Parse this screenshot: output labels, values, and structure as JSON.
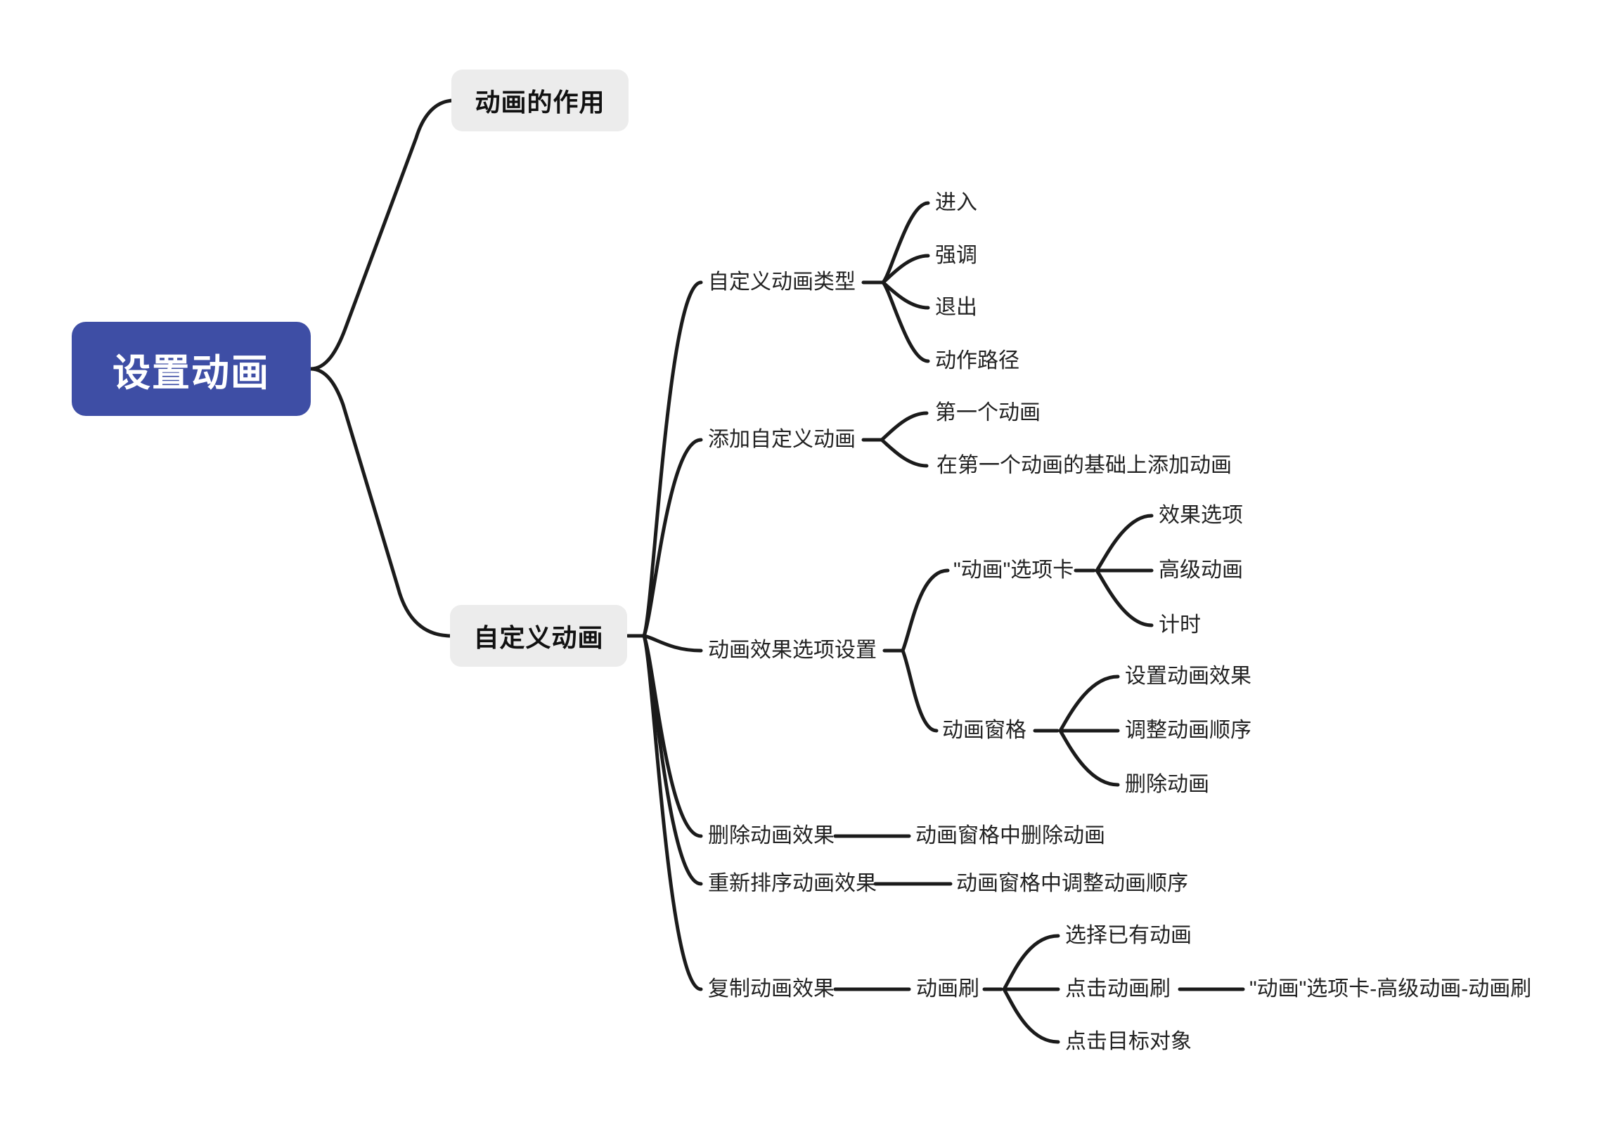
{
  "colors": {
    "canvas_bg": "#ffffff",
    "root_bg": "#3E4EA5",
    "root_text": "#ffffff",
    "branch_bg": "#ECECEC",
    "branch_text": "#111111",
    "node_text": "#222222",
    "line": "#1b1b1b"
  },
  "root": {
    "label": "设置动画"
  },
  "branches": [
    {
      "label": "动画的作用",
      "children": []
    },
    {
      "label": "自定义动画",
      "children": [
        {
          "label": "自定义动画类型",
          "children": [
            {
              "label": "进入"
            },
            {
              "label": "强调"
            },
            {
              "label": "退出"
            },
            {
              "label": "动作路径"
            }
          ]
        },
        {
          "label": "添加自定义动画",
          "children": [
            {
              "label": "第一个动画"
            },
            {
              "label": "在第一个动画的基础上添加动画"
            }
          ]
        },
        {
          "label": "动画效果选项设置",
          "children": [
            {
              "label": "\"动画\"选项卡",
              "children": [
                {
                  "label": "效果选项"
                },
                {
                  "label": "高级动画"
                },
                {
                  "label": "计时"
                }
              ]
            },
            {
              "label": "动画窗格",
              "children": [
                {
                  "label": "设置动画效果"
                },
                {
                  "label": "调整动画顺序"
                },
                {
                  "label": "删除动画"
                }
              ]
            }
          ]
        },
        {
          "label": "删除动画效果",
          "children": [
            {
              "label": "动画窗格中删除动画"
            }
          ]
        },
        {
          "label": "重新排序动画效果",
          "children": [
            {
              "label": "动画窗格中调整动画顺序"
            }
          ]
        },
        {
          "label": "复制动画效果",
          "children": [
            {
              "label": "动画刷",
              "children": [
                {
                  "label": "选择已有动画"
                },
                {
                  "label": "点击动画刷",
                  "children": [
                    {
                      "label": "\"动画\"选项卡-高级动画-动画刷"
                    }
                  ]
                },
                {
                  "label": "点击目标对象"
                }
              ]
            }
          ]
        }
      ]
    }
  ]
}
